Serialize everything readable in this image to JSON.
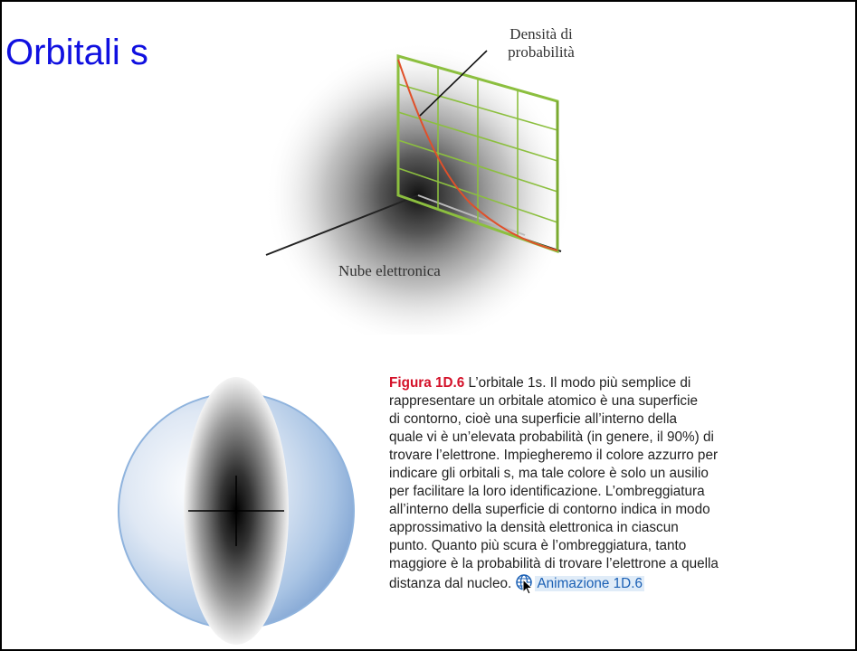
{
  "slide": {
    "title": "Orbitali s"
  },
  "figure_top": {
    "density_label_line1": "Densità di",
    "density_label_line2": "probabilità",
    "cloud_label": "Nube elettronica"
  },
  "caption": {
    "figure_label": "Figura 1D.6",
    "lines": [
      " L’orbitale 1s. Il modo più semplice di",
      "rappresentare un orbitale atomico è una superficie",
      "di contorno, cioè una superficie all’interno della",
      "quale vi è un’elevata probabilità (in genere, il 90%) di",
      "trovare l’elettrone. Impiegheremo il colore azzurro per",
      "indicare gli orbitali s, ma tale colore è solo un ausilio",
      "per facilitare la loro identificazione. L’ombreggiatura",
      "all’interno della superficie di contorno indica in modo",
      "approssimativo la densità elettronica in ciascun",
      "punto. Quanto più scura è l’ombreggiatura, tanto",
      "maggiore è la probabilità di trovare l’elettrone a quella",
      "distanza dal nucleo. "
    ],
    "animation_link": "Animazione 1D.6"
  },
  "colors": {
    "title": "#1010e0",
    "figure_label": "#d4122a",
    "grid": "#8cbf3f",
    "curve": "#e0502a",
    "sphere_blue": "#9cc0e8",
    "link": "#1a5fb4"
  },
  "icons": {
    "globe": "globe-icon",
    "cursor": "mouse-cursor-icon"
  }
}
